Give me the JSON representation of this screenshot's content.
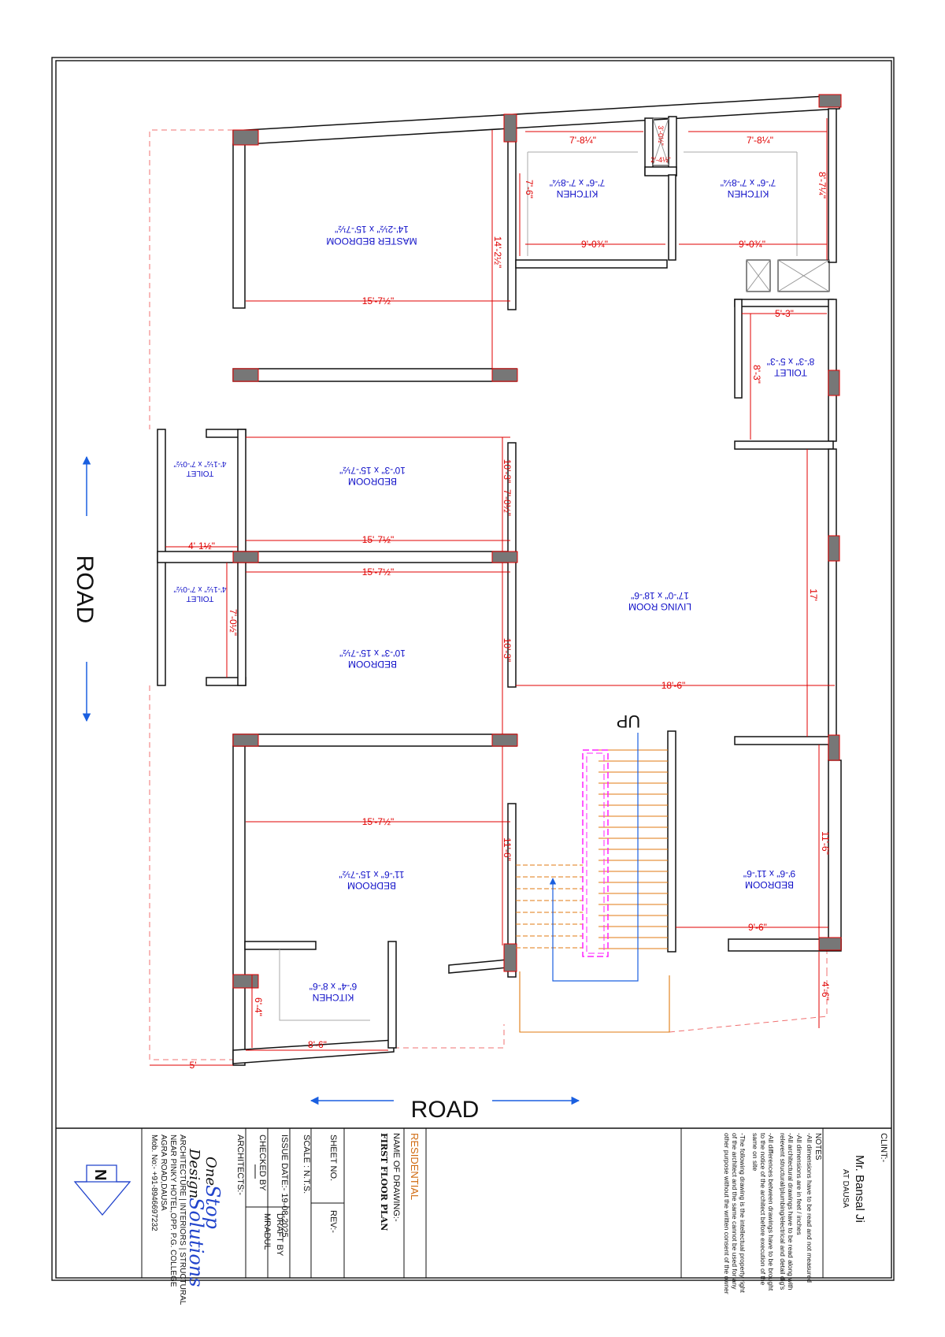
{
  "rooms": {
    "master_bedroom": {
      "name": "MASTER BEDROOM",
      "size": "14'-2½\" x 15'-7½\""
    },
    "kitchen_a": {
      "name": "KITCHEN",
      "size": "7'-6\" x 7'-8¼\""
    },
    "kitchen_b": {
      "name": "KITCHEN",
      "size": "7'-6\" x 7'-8¼\""
    },
    "toilet_a": {
      "name": "TOILET",
      "size": "8'-3\" x 5'-3\""
    },
    "bedroom_a": {
      "name": "BEDROOM",
      "size": "10'-3\" x 15'-7½\""
    },
    "toilet_b": {
      "name": "TOILET",
      "size": "4'-1½\" x 7'-0½\""
    },
    "toilet_c": {
      "name": "TOILET",
      "size": "4'-1½\" x 7'-0½\""
    },
    "bedroom_b": {
      "name": "BEDROOM",
      "size": "10'-3\" x 15'-7½\""
    },
    "living_room": {
      "name": "LIVING ROOM",
      "size": "17'-0\" x 18'-6\""
    },
    "bedroom_c": {
      "name": "BEDROOM",
      "size": "11'-6\" x 15'-7½\""
    },
    "kitchen_c": {
      "name": "KITCHEN",
      "size": "6'-4\" x 8'-6\""
    },
    "bedroom_d": {
      "name": "BEDROOM",
      "size": "9'-6\" x 11'-6\""
    }
  },
  "dimensions": {
    "k_width_a": "7'-8¼\"",
    "k_width_b": "7'-8¼\"",
    "shaft_h": "3'-0½\"",
    "shaft_w": "2'-4½\"",
    "k_depth_a": "7'-6\"",
    "k_depth_b": "8'-7¼\"",
    "k_len_a": "9'-0¾\"",
    "k_len_b": "9'-0¾\"",
    "mb_depth": "14'-2½\"",
    "mb_width": "15'-7½\"",
    "t_width": "5'-3\"",
    "t_depth": "8'-3\"",
    "br_depth_a": "10'-3\"",
    "br_mid": "7'-0½\"",
    "tb_width": "4'-1½\"",
    "br_width_a": "15'-7½\"",
    "br_width_b": "15'-7½\"",
    "tc_depth": "7'-0½\"",
    "br_depth_b": "10'-3\"",
    "lr_depth": "17'",
    "lr_width": "18'-6\"",
    "br_width_c": "15'-7½\"",
    "br_depth_c": "11'-6\"",
    "bd_depth": "11'-6\"",
    "bd_width": "9'-6\"",
    "set_a": "4'-6\"",
    "kc_depth": "6'-4\"",
    "kc_width": "8'-6\"",
    "setback": "5'"
  },
  "labels": {
    "road_left": "ROAD",
    "road_bottom": "ROAD",
    "stair_up": "UP"
  },
  "title_block": {
    "client_label": "CLINT:-",
    "client_name": "Mr. Bansal Ji",
    "client_place": "AT DAUSA",
    "notes_title": "NOTES",
    "notes": [
      "-All dimensions have to be read and not measured",
      "-All dimensions are in feet / inches",
      "-All architectural drawings have to be read along with",
      "relevent structural/plumbing/electrical and detail dig's",
      "-All differences between drawings have to be brought",
      "to the notice of the architect before execution of the",
      "same on site",
      "-The following drawing is the intellectual property right",
      "of the architect and the same cannot be used for any",
      "other purpose without the written consent of the owner"
    ],
    "project_type": "RESIDENTIAL",
    "drawing_name_label": "NAME OF DRAWING:-",
    "drawing_name": "FIRST FLOOR PLAN",
    "sheet_no_label": "SHEET NO.",
    "rev_label": "REV:-",
    "scale": "SCALE : N.T.S.",
    "issue_date": "ISSUE DATE:- 19-08-2025",
    "checked_by": "CHECKED BY",
    "draft_by": "DRAFT BY",
    "draft_name": "MRADUL",
    "architects_label": "ARCHITECTS:-",
    "logo_one": "One",
    "logo_stop": "Stop",
    "logo_design": "Design",
    "logo_solutions": "Solutions",
    "firm_lines": [
      "ARCHITECTURE | INTERIORS | STRUCTURAL",
      "NEAR PINKY HOTEL,OPP. P.G. COLLEGE",
      "AGRA ROAD,DAUSA",
      "Mob. No:- +91-8946697232"
    ],
    "north": "N"
  },
  "colors": {
    "wall": "#111111",
    "column": "#777777",
    "column_edge": "#e00000",
    "dimension": "#e00000",
    "room_text": "#1010c8",
    "stair": "#e07a10",
    "handrail": "#ff20ff",
    "arrow": "#1a5fe0"
  }
}
